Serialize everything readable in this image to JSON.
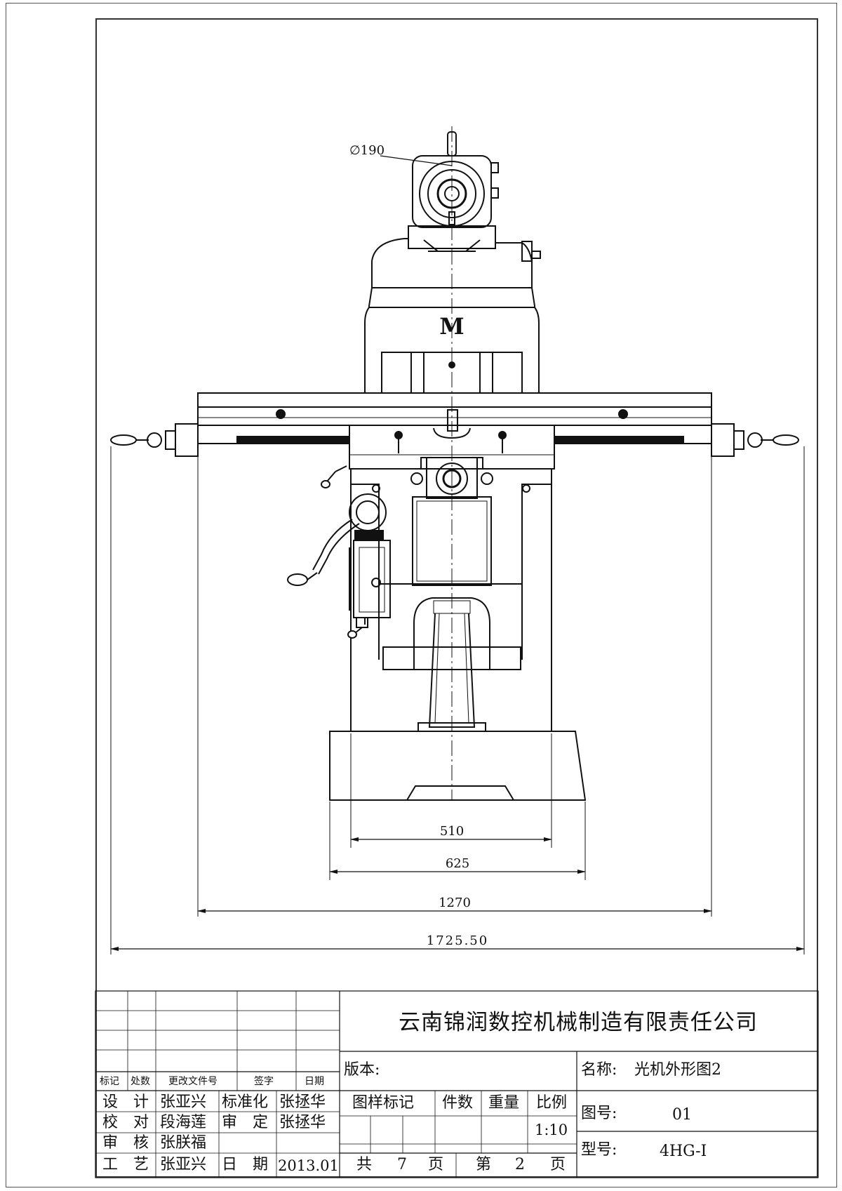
{
  "drawing": {
    "diameter_label": "∅190",
    "dimensions": [
      "510",
      "625",
      "1270",
      "1725.50"
    ],
    "logo_text": "M"
  },
  "title_block": {
    "company": "云南锦润数控机械制造有限责任公司",
    "version_label": "版本:",
    "name_label": "名称:",
    "name_value": "光机外形图2",
    "drawing_no_label": "图号:",
    "drawing_no_value": "01",
    "model_label": "型号:",
    "model_value": "4HG-I",
    "rev_headers": [
      "标记",
      "处数",
      "更改文件号",
      "签字",
      "日期"
    ],
    "sign_rows": [
      {
        "role": "设　计",
        "name": "张亚兴",
        "role2": "标准化",
        "name2": "张拯华"
      },
      {
        "role": "校　对",
        "name": "段海莲",
        "role2": "审　定",
        "name2": "张拯华"
      },
      {
        "role": "审　核",
        "name": "张朕福",
        "role2": "",
        "name2": ""
      },
      {
        "role": "工　艺",
        "name": "张亚兴",
        "role2": "日　期",
        "name2": "2013.01"
      }
    ],
    "info_headers": [
      "图样标记",
      "件数",
      "重量",
      "比例"
    ],
    "scale": "1:10",
    "total_label": "共",
    "total_pages": "7",
    "page_unit": "页",
    "current_label": "第",
    "current_page": "2",
    "page_unit2": "页"
  }
}
